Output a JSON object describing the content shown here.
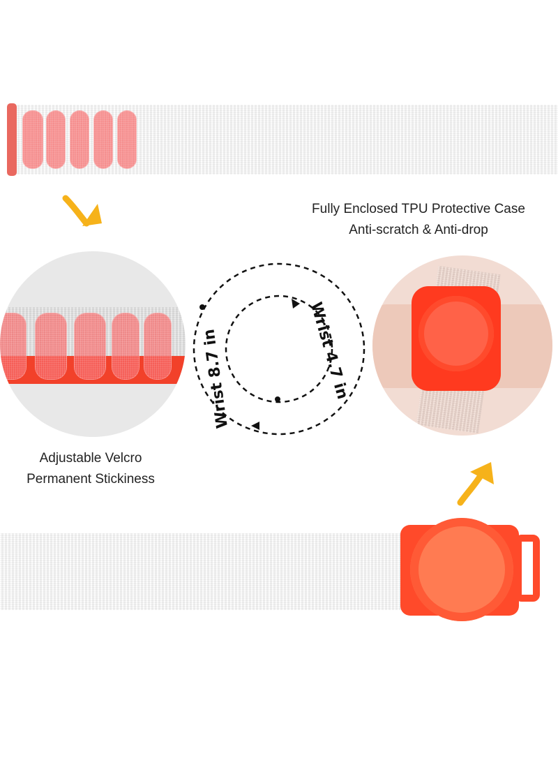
{
  "captions": {
    "case_line1": "Fully Enclosed TPU Protective Case",
    "case_line2": "Anti-scratch & Anti-drop",
    "velcro_line1": "Adjustable Velcro",
    "velcro_line2": "Permanent Stickiness"
  },
  "sizes": {
    "outer": "Wrist 8.7 in",
    "inner": "Wrist 4.7 in"
  },
  "colors": {
    "arrow": "#f6b21a",
    "case": "#ff3a1f",
    "case_light": "#ff7b52"
  },
  "icons": [
    "curved-arrow-down-icon",
    "curved-arrow-up-icon",
    "dashed-circle-arrow-icon"
  ]
}
